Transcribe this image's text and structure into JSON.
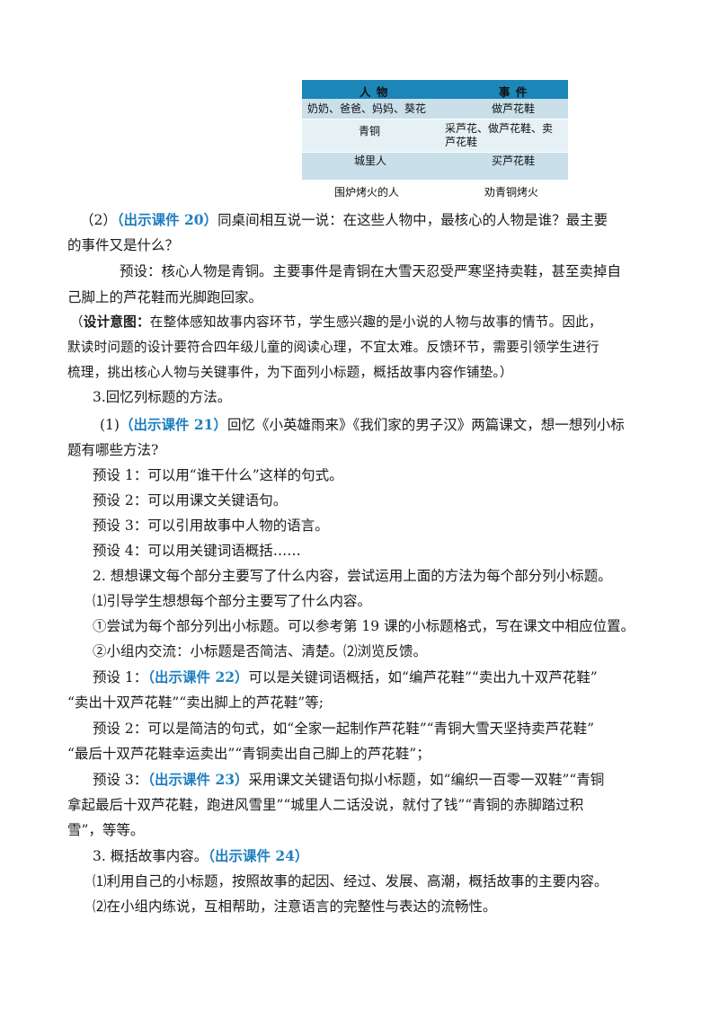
{
  "figure": {
    "headers": [
      "人 物",
      "事 件"
    ],
    "rows": [
      {
        "person": "奶奶、爸爸、妈妈、葵花",
        "event": [
          "做芦花鞋"
        ]
      },
      {
        "person": "青铜",
        "event": [
          "采芦花、做芦花鞋、卖",
          "芦花鞋"
        ]
      },
      {
        "person": "城里人",
        "event": [
          "买芦花鞋"
        ]
      },
      {
        "person": "围炉烤火的人",
        "event": [
          "劝青铜烤火"
        ]
      }
    ]
  },
  "content": {
    "p1": {
      "prefix": "（2）",
      "link": "（出示课件 20）",
      "l1": "同桌间相互说一说：在这些人物中，最核心的人物是谁？最主要",
      "l2": "的事件又是什么？"
    },
    "p2": {
      "l1": "预设：核心人物是青铜。主要事件是青铜在大雪天忍受严寒坚持卖鞋，甚至卖掉自",
      "l2": "己脚上的芦花鞋而光脚跑回家。"
    },
    "p3": {
      "open": "（",
      "label": "设计意图：",
      "l1": "在整体感知故事内容环节，学生感兴趣的是小说的人物与故事的情节。因此，",
      "l2": "默读时问题的设计要符合四年级儿童的阅读心理，不宜太难。反馈环节，需要引领学生进行",
      "l3": "梳理，挑出核心人物与关键事件，为下面列小标题，概括故事内容作铺垫。）"
    },
    "p4": "3.回忆列标题的方法。",
    "p5": {
      "prefix": "(1)",
      "link": "（出示课件 21）",
      "l1": "回忆《小英雄雨来》《我们家的男子汉》两篇课文，想一想列小标",
      "l2": "题有哪些方法?"
    },
    "p6": "预设 1：可以用“谁干什么”这样的句式。",
    "p7": "预设 2：可以用课文关键语句。",
    "p8": "预设 3：可以引用故事中人物的语言。",
    "p9": "预设 4：可以用关键词语概括……",
    "p10": "2.  想想课文每个部分主要写了什么内容，尝试运用上面的方法为每个部分列小标题。",
    "p11": "⑴引导学生想想每个部分主要写了什么内容。",
    "p12": "①尝试为每个部分列出小标题。可以参考第  19  课的小标题格式，写在课文中相应位置。",
    "p13": "②小组内交流：小标题是否简洁、清楚。⑵浏览反馈。",
    "p14": {
      "prefix": "预设 1：",
      "link": "（出示课件 22）",
      "l1": "可以是关键词语概括，如“编芦花鞋”“卖出九十双芦花鞋”",
      "l2": "“卖出十双芦花鞋”“卖出脚上的芦花鞋”等;"
    },
    "p15": {
      "l1": "预设 2：可以是简洁的句式，如“全家一起制作芦花鞋”“青铜大雪天坚持卖芦花鞋”",
      "l2": "“最后十双芦花鞋幸运卖出”“青铜卖出自己脚上的芦花鞋”；"
    },
    "p16": {
      "prefix": "预设 3：",
      "link": "（出示课件 23）",
      "l1": "采用课文关键语句拟小标题，如“编织一百零一双鞋”“青铜",
      "l2": "拿起最后十双芦花鞋，跑进风雪里”“城里人二话没说，就付了钱”“青铜的赤脚踏过积",
      "l3": "雪”，等等。"
    },
    "p17": {
      "prefix": "3.  概括故事内容。",
      "link": "（出示课件 24）"
    },
    "p18": "⑴利用自己的小标题，按照故事的起因、经过、发展、高潮，概括故事的主要内容。",
    "p19": "⑵在小组内练说，互相帮助，注意语言的完整性与表达的流畅性。"
  }
}
